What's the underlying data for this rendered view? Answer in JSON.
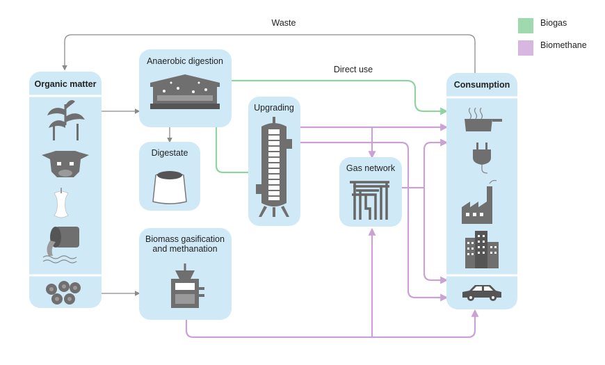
{
  "legend": {
    "biogas": {
      "label": "Biogas",
      "color": "#9fd9ae"
    },
    "biomethane": {
      "label": "Biomethane",
      "color": "#d7b6e0"
    }
  },
  "nodes": {
    "organic_matter": "Organic matter",
    "anaerobic_digestion": "Anaerobic digestion",
    "digestate": "Digestate",
    "upgrading": "Upgrading",
    "gas_network": "Gas network",
    "biomass_gasification_line1": "Biomass gasification",
    "biomass_gasification_line2": "and methanation",
    "consumption": "Consumption"
  },
  "flow_labels": {
    "waste": "Waste",
    "direct_use": "Direct use"
  },
  "icons": {
    "organic_matter": [
      "crop-plant-icon",
      "cow-icon",
      "apple-core-icon",
      "sewage-pipe-icon",
      "wood-logs-icon"
    ],
    "anaerobic_digestion": "digester-tank-icon",
    "digestate": "fertilizer-sack-icon",
    "upgrading": "upgrading-column-icon",
    "gas_network": "pipework-icon",
    "biomass_gasification": "gasifier-icon",
    "consumption": [
      "cooking-pot-icon",
      "power-plug-icon",
      "factory-icon",
      "office-building-icon",
      "car-icon"
    ]
  },
  "colors": {
    "box_fill": "#cfeaf6",
    "neutral_arrow": "#8a8a8a",
    "biogas_line": "#8fd3a0",
    "biomethane_line": "#c9a2d3"
  }
}
